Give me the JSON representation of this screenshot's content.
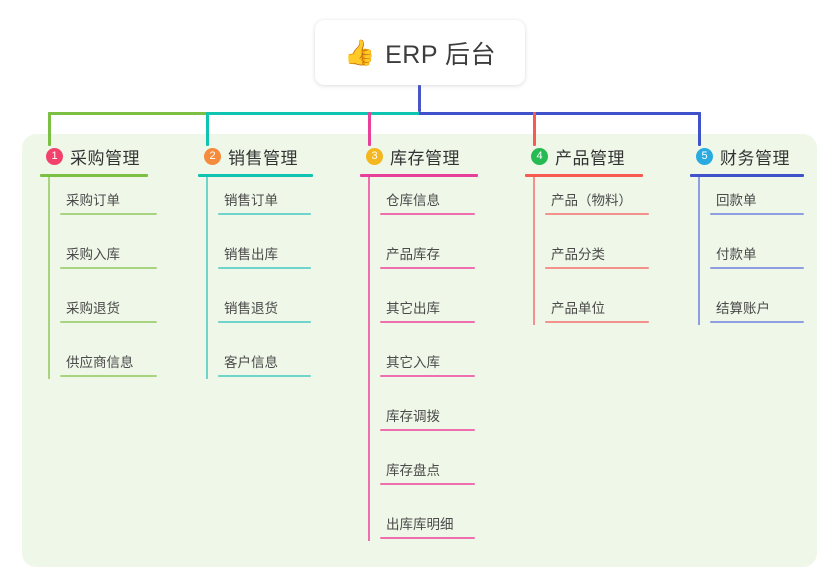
{
  "root": {
    "icon": "thumbs-up-icon",
    "emoji": "👍",
    "title": "ERP 后台"
  },
  "theme": {
    "panel_background": "#eef7e8",
    "page_background": "#ffffff",
    "root_stem_color": "#4a54c4",
    "text_color": "#3a3a3a"
  },
  "trunk": {
    "segments": [
      {
        "name": "trunk-green",
        "color": "#7cc043"
      },
      {
        "name": "trunk-teal",
        "color": "#10c4b2"
      },
      {
        "name": "trunk-blue",
        "color": "#4a54c4"
      }
    ]
  },
  "branches": [
    {
      "number": "1",
      "label": "采购管理",
      "badge_color": "#f2426b",
      "line_color": "#7cc043",
      "leaf_line_color": "#a8d47f",
      "items": [
        "采购订单",
        "采购入库",
        "采购退货",
        "供应商信息"
      ]
    },
    {
      "number": "2",
      "label": "销售管理",
      "badge_color": "#f58b3c",
      "line_color": "#10c4b2",
      "leaf_line_color": "#6fd4c9",
      "items": [
        "销售订单",
        "销售出库",
        "销售退货",
        "客户信息"
      ]
    },
    {
      "number": "3",
      "label": "库存管理",
      "badge_color": "#f5b720",
      "line_color": "#e83f9a",
      "leaf_line_color": "#ef6fae",
      "items": [
        "仓库信息",
        "产品库存",
        "其它出库",
        "其它入库",
        "库存调拨",
        "库存盘点",
        "出库库明细"
      ]
    },
    {
      "number": "4",
      "label": "产品管理",
      "badge_color": "#25ba52",
      "line_color": "#f75b52",
      "leaf_line_color": "#f5918c",
      "items": [
        "产品（物料）",
        "产品分类",
        "产品单位"
      ]
    },
    {
      "number": "5",
      "label": "财务管理",
      "badge_color": "#29abe2",
      "line_color": "#3f52cc",
      "leaf_line_color": "#8f9ee0",
      "items": [
        "回款单",
        "付款单",
        "结算账户"
      ]
    }
  ]
}
